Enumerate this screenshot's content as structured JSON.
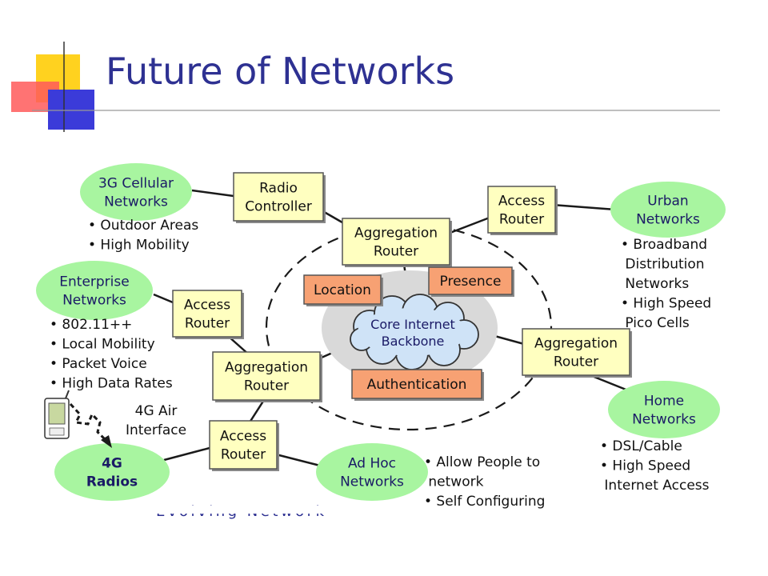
{
  "slide": {
    "title": "Future of Networks"
  },
  "colors": {
    "title": "#2e3192",
    "node_yellow": "#ffffc0",
    "node_orange": "#f7a173",
    "ellipse_green": "#a8f5a0",
    "cloud": "#cfe3f7",
    "core_gray": "#d9d9d9",
    "node_text": "#1a1a66",
    "deco_yellow": "#ffd21f",
    "deco_red": "#ff3b3b",
    "deco_blue": "#3b3bd9"
  },
  "diagram": {
    "clouds": {
      "cellular_3g": "3G Cellular|Networks",
      "enterprise": "Enterprise|Networks",
      "radios_4g": "4G|Radios",
      "ad_hoc": "Ad Hoc|Networks",
      "urban": "Urban|Networks",
      "home": "Home|Networks"
    },
    "boxes": {
      "radio_controller": "Radio|Controller",
      "aggregation_router_top": "Aggregation|Router",
      "access_router_top": "Access|Router",
      "access_router_left": "Access|Router",
      "aggregation_router_left": "Aggregation|Router",
      "access_router_bottom": "Access|Router",
      "aggregation_router_right": "Aggregation|Router"
    },
    "services": {
      "location": "Location",
      "presence": "Presence",
      "authentication": "Authentication"
    },
    "core": "Core Internet|Backbone",
    "air_interface": "4G Air|Interface",
    "notes": {
      "cellular_3g": [
        "• Outdoor Areas",
        "• High Mobility"
      ],
      "enterprise": [
        "• 802.11++",
        "• Local Mobility",
        "• Packet Voice",
        "• High Data Rates"
      ],
      "urban": [
        "• Broadband",
        "  Distribution",
        "  Networks",
        "• High Speed",
        "  Pico Cells"
      ],
      "home": [
        "• DSL/Cable",
        "• High Speed",
        "  Internet Access"
      ],
      "ad_hoc": [
        "• Allow People to",
        "  network",
        "• Self Configuring"
      ]
    }
  }
}
